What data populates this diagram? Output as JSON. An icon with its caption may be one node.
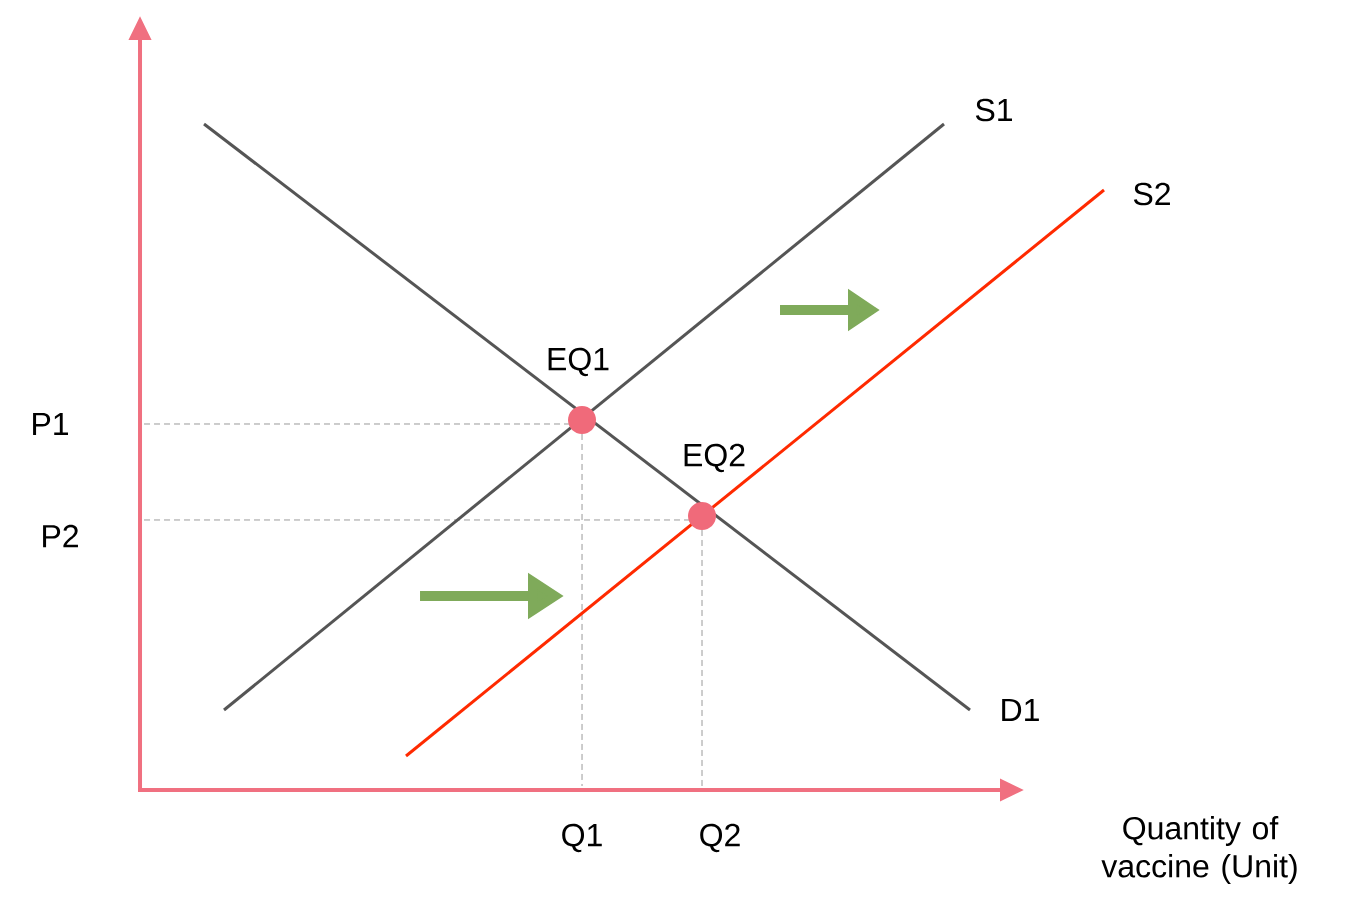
{
  "diagram": {
    "nodes": [
      {
        "text": [
          "EQ1"
        ]
      },
      {
        "text": [
          "EQ2"
        ]
      }
    ],
    "edges": [],
    "labels": [
      "S1",
      "S2",
      "P1",
      "P2",
      "D1",
      "Q1",
      "Q2",
      "Quantity of vaccine (Unit)"
    ]
  }
}
